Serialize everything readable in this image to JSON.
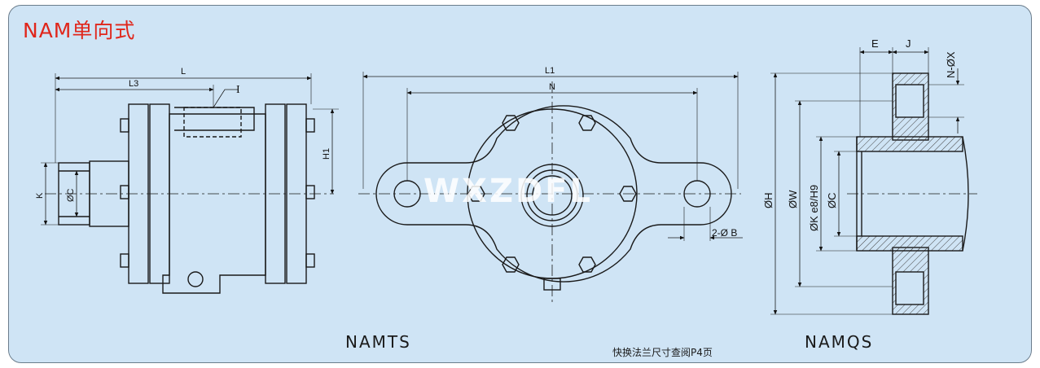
{
  "title": "NAM单向式",
  "views": {
    "left_caption": "NAMTS",
    "right_caption": "NAMQS",
    "note": "快换法兰尺寸查阅P4页"
  },
  "watermark": "WXZDFL",
  "dims": {
    "L": "L",
    "L3": "L3",
    "I": "I",
    "H1": "H1",
    "K": "K",
    "C_left": "ØC",
    "L1": "L1",
    "N": "N",
    "B": "2-Ø B",
    "E": "E",
    "J": "J",
    "NX": "N-ØX",
    "H": "ØH",
    "W": "ØW",
    "K2": "ØK e8/H9",
    "C_right": "ØC"
  },
  "colors": {
    "title": "#e0261b",
    "panel": "#cfe4f5",
    "line": "#1a1a1a",
    "hatch": "#444444"
  }
}
